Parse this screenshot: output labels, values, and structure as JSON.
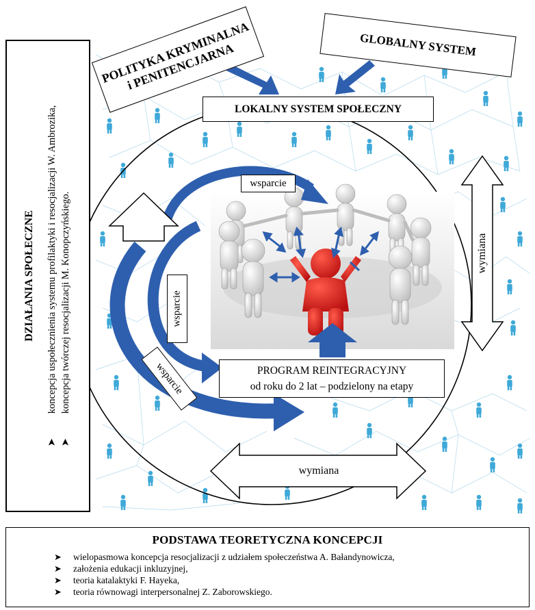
{
  "left_panel": {
    "title": "DZIAŁANIA SPOŁECZNE",
    "lines": [
      "koncepcja uspołecznienia systemu profilaktyki i resocjalizacji W. Ambrozika,",
      "koncepcja twórczej resocjalizacji M. Konopczyńskiego."
    ],
    "bullet_marks": [
      "➤",
      "➤"
    ]
  },
  "top_boxes": {
    "policy_line1": "POLITYKA KRYMINALNA",
    "policy_line2": "i PENITENCJARNA",
    "global": "GLOBALNY SYSTEM",
    "local": "LOKALNY SYSTEM SPOŁECZNY"
  },
  "arrows": {
    "support_top": "wsparcie",
    "support_mid": "wsparcie",
    "support_low": "wsparcie",
    "exchange_right": "wymiana",
    "exchange_bottom": "wymiana"
  },
  "program": {
    "line1": "PROGRAM REINTEGRACYJNY",
    "line2": "od roku do 2 lat – podzielony na etapy"
  },
  "theory": {
    "title": "PODSTAWA TEORETYCZNA KONCEPCJI",
    "items": [
      "wielopasmowa koncepcja resocjalizacji z udziałem społeczeństwa A. Bałandynowicza,",
      "założenia edukacji inkluzyjnej,",
      "teoria katalaktyki F. Hayeka,",
      "teoria równowagi interpersonalnej Z. Zaborowskiego."
    ],
    "marker": "➤"
  },
  "colors": {
    "arrow_blue": "#2e5fae",
    "network_blue": "#3fa9d8",
    "figure_red": "#d91e1e",
    "figure_white": "#e8e8e8"
  }
}
